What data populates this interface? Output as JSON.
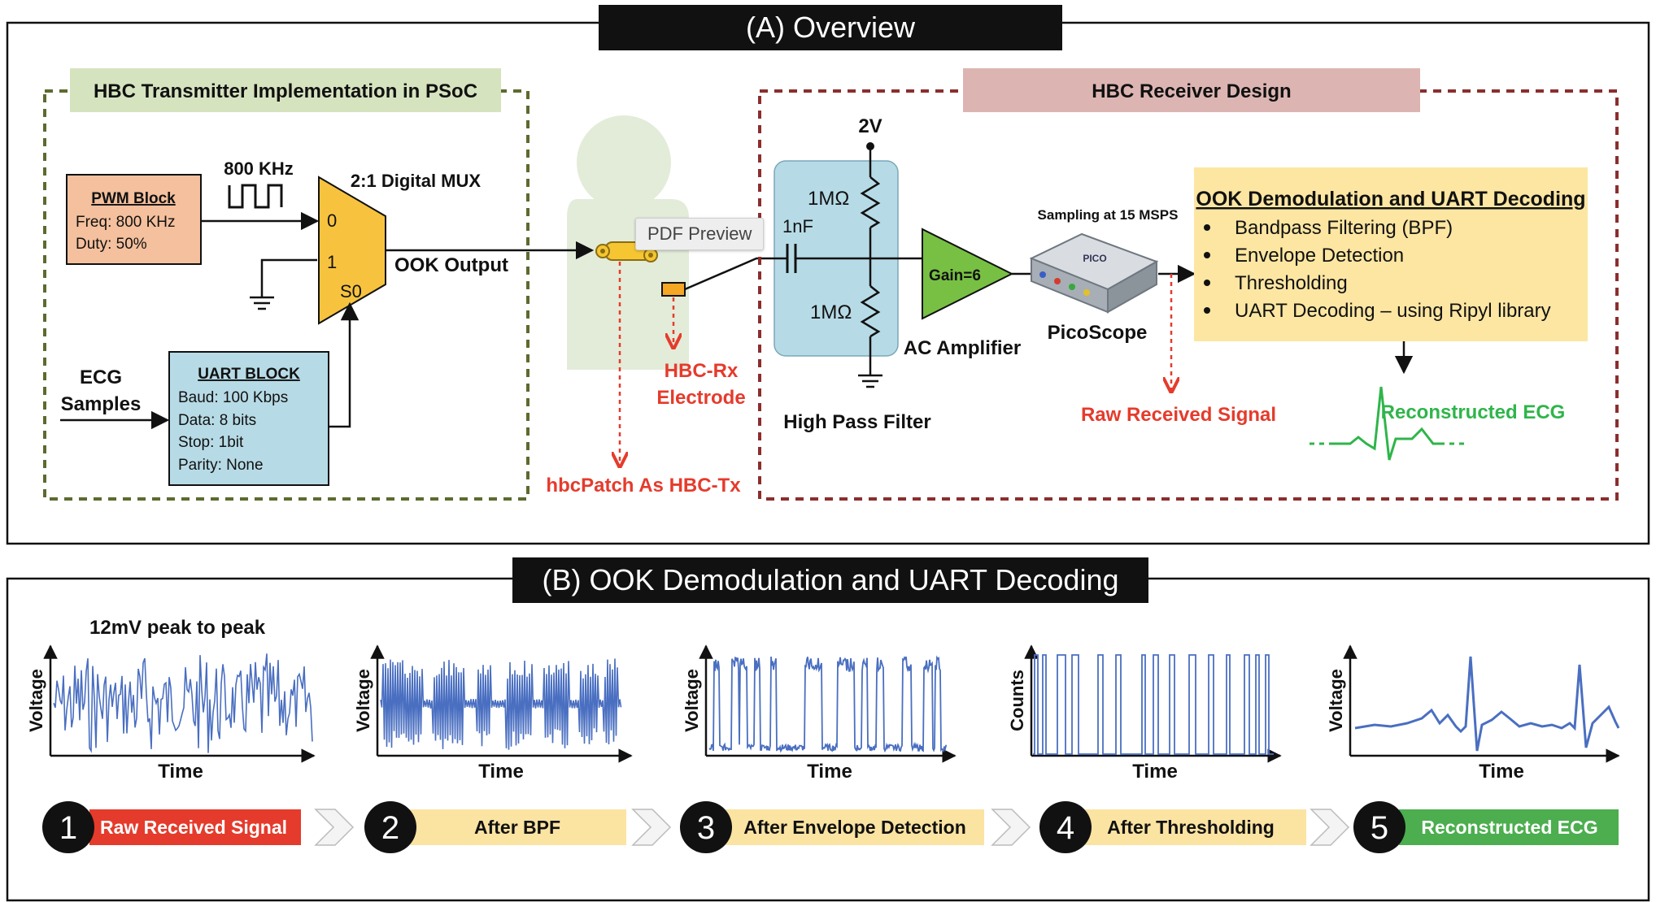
{
  "panel_a": {
    "title": "(A) Overview",
    "transmitter": {
      "title": "HBC Transmitter Implementation in PSoC",
      "pwm": {
        "title": "PWM Block",
        "lines": [
          "Freq: 800 KHz",
          "Duty: 50%"
        ]
      },
      "clock_label": "800 KHz",
      "mux": {
        "title": "2:1 Digital MUX",
        "in0": "0",
        "in1": "1",
        "sel": "S0"
      },
      "ook_output": "OOK Output",
      "ecg_samples": [
        "ECG",
        "Samples"
      ],
      "uart": {
        "title": "UART BLOCK",
        "lines": [
          "Baud: 100 Kbps",
          "Data: 8 bits",
          "Stop: 1bit",
          "Parity: None"
        ]
      }
    },
    "human": {
      "tx_label": "hbcPatch As HBC-Tx",
      "rx_label": [
        "HBC-Rx",
        "Electrode"
      ],
      "tooltip": "PDF Preview"
    },
    "receiver": {
      "title": "HBC Receiver Design",
      "hpf": {
        "vdd": "2V",
        "r_top": "1MΩ",
        "cap": "1nF",
        "r_bottom": "1MΩ",
        "label": "High Pass Filter"
      },
      "amp": {
        "gain": "Gain=6",
        "label": "AC Amplifier"
      },
      "scope": {
        "sampling": "Sampling at 15 MSPS",
        "label": "PicoScope",
        "brand": "PICO"
      },
      "raw_signal": "Raw Received Signal",
      "demod": {
        "title": "OOK Demodulation and UART Decoding",
        "items": [
          "Bandpass Filtering (BPF)",
          "Envelope Detection",
          "Thresholding",
          "UART Decoding – using Ripyl library"
        ]
      },
      "reconstructed": "Reconstructed ECG"
    }
  },
  "panel_b": {
    "title": "(B) OOK Demodulation and UART Decoding",
    "peak_note": "12mV peak to peak",
    "plots": [
      {
        "ylabel": "Voltage",
        "xlabel": "Time"
      },
      {
        "ylabel": "Voltage",
        "xlabel": "Time"
      },
      {
        "ylabel": "Voltage",
        "xlabel": "Time"
      },
      {
        "ylabel": "Counts",
        "xlabel": "Time"
      },
      {
        "ylabel": "Voltage",
        "xlabel": "Time"
      }
    ],
    "steps": [
      {
        "num": "1",
        "label": "Raw Received Signal",
        "color": "#e53b2c",
        "text_color": "#ffffff"
      },
      {
        "num": "2",
        "label": "After BPF",
        "color": "#fbe3a2",
        "text_color": "#111111"
      },
      {
        "num": "3",
        "label": "After Envelope Detection",
        "color": "#fbe3a2",
        "text_color": "#111111"
      },
      {
        "num": "4",
        "label": "After Thresholding",
        "color": "#fbe3a2",
        "text_color": "#111111"
      },
      {
        "num": "5",
        "label": "Reconstructed ECG",
        "color": "#4cae4f",
        "text_color": "#ffffff"
      }
    ]
  },
  "colors": {
    "title_bar": "#111111",
    "tx_border": "#5c6b2f",
    "tx_header": "#d6e3bf",
    "rx_border": "#8b2e2e",
    "rx_header": "#dcb5b3",
    "pwm_fill": "#f4c09d",
    "uart_fill": "#b7dbe6",
    "mux_fill": "#f7c33f",
    "hpf_fill": "#b7dbe6",
    "amp_fill": "#77c043",
    "demod_fill": "#fce6a2",
    "red_accent": "#e53b2c",
    "green_accent": "#2fb54a",
    "signal_blue": "#4a6fc1"
  }
}
